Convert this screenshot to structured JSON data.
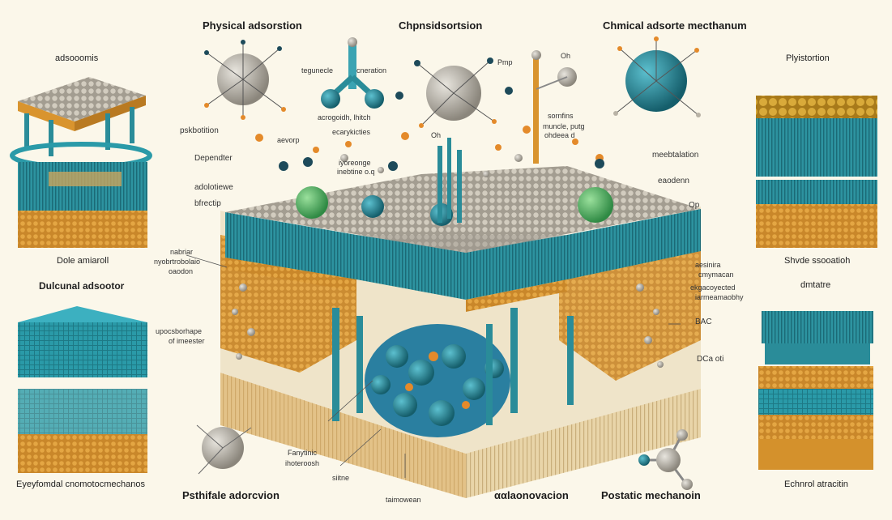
{
  "headings": {
    "physical_adsorption": "Physical adsorstion",
    "chemisorption": "Chpnsidsortsion",
    "chemical_mechanism": "Chmical adsorte mecthanum",
    "bottom_left": "Psthifale adorcvion",
    "bottom_center": "ααlaonovacion",
    "bottom_right": "Postatic mechanoin"
  },
  "side_labels": {
    "top_left": "adsooomis",
    "mid_left": "Dole amiaroll",
    "left_section": "Dulcunal adsootor",
    "bottom_left": "Eyeyfomdal cnomotocmechanos",
    "top_right": "Plyistortion",
    "mid_right": "Shvde ssooatioh",
    "right_section": "dmtatre",
    "bottom_right": "Echnrol atracitin"
  },
  "callouts": {
    "pskbotition": "pskbotition",
    "dependter": "Dependter",
    "adolotiewe": "adolotiewe",
    "bfrectip": "bfrectip",
    "tegunecle": "tegunecle",
    "cneration": "cneration",
    "acrogoidh": "acrogoidh, lhitch",
    "ecarykicties": "ecarykicties",
    "aevorp": "aevorp",
    "iyoreonge": "iyoreonge",
    "inebtine": "inebtine o.q",
    "oh_mid": "Oh",
    "pmp": "Pmp",
    "oh_top": "Oh",
    "sornfins": "sornfins",
    "muncle": "muncle, putg",
    "ohdeea": "ohdeea d",
    "meebtalation": "meebtalation",
    "eaodenn": "eaodenn",
    "op": "Op",
    "nabriar": "nabriar",
    "nyobrtrobolaio": "nyobrtrobolaio",
    "oaodon": "oaodon",
    "upocsborhape": "upocsborhape",
    "of_imeester": "of imeester",
    "aesinira": "aesinira",
    "cmymacan": "cmymacan",
    "ekgacoyected": "ekgacoyected",
    "iarmeamaobhy": "iarmeamaobhy",
    "bac": "BAC",
    "dca": "DCa oti",
    "fanytinic": "Fanytinic",
    "ihoteroosh": "ihoteroosh",
    "siitne": "siitne",
    "taimowean": "taimowean"
  },
  "colors": {
    "background": "#fbf7ea",
    "teal": "#2a8c99",
    "teal_dark": "#1c6673",
    "orange": "#d9942e",
    "orange_dark": "#a8661c",
    "beige": "#e8d3a6",
    "grey_particle": "#b9b3a6",
    "green_cluster": "#5db86a"
  }
}
